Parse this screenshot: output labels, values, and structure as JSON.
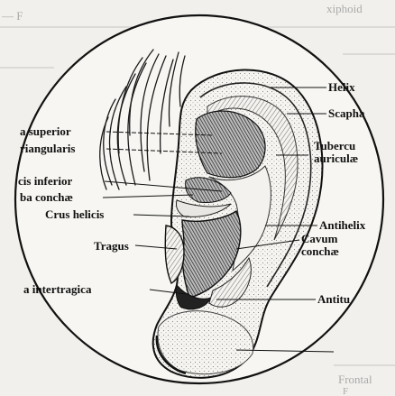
{
  "figure": {
    "bleed_text": {
      "top_left": "— F",
      "top_right": "xiphoid",
      "bottom_right": "Frontal",
      "bottom_right_2": "F"
    },
    "labels": {
      "helix": "Helix",
      "scapha": "Scapha",
      "crura_superior": "a superior",
      "fossa_triangularis": "riangularis",
      "tuberculum_1": "Tubercu",
      "tuberculum_2": "auriculæ",
      "crura_inferior": "cis inferior",
      "cymba_conchae": "ba conchæ",
      "crus_helicis": "Crus helicis",
      "antihelix": "Antihelix",
      "tragus": "Tragus",
      "cavum_1": "Cavum",
      "cavum_2": "conchæ",
      "incisura_intertragica": "a intertragica",
      "antitragus": "Antitu"
    }
  }
}
